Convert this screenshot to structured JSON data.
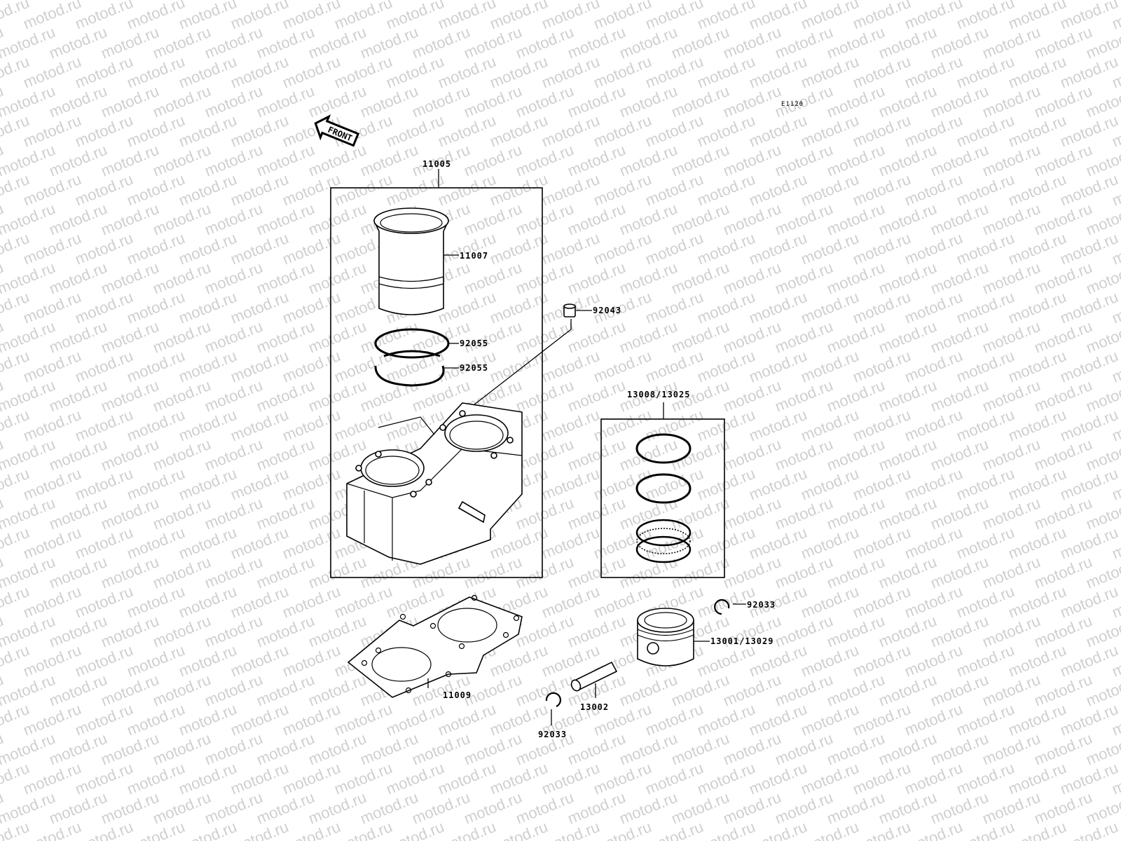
{
  "watermark": "motod.ru",
  "diagram_code": "E1120",
  "front_arrow_label": "FRONT",
  "callouts": {
    "cylinder_assy": "11005",
    "liner": "11007",
    "oring_upper": "92055",
    "oring_lower": "92055",
    "dowel_pin": "92043",
    "ring_set": "13008/13025",
    "circlip_right": "92033",
    "piston": "13001/13029",
    "base_gasket": "11009",
    "piston_pin": "13002",
    "circlip_left": "92033"
  }
}
